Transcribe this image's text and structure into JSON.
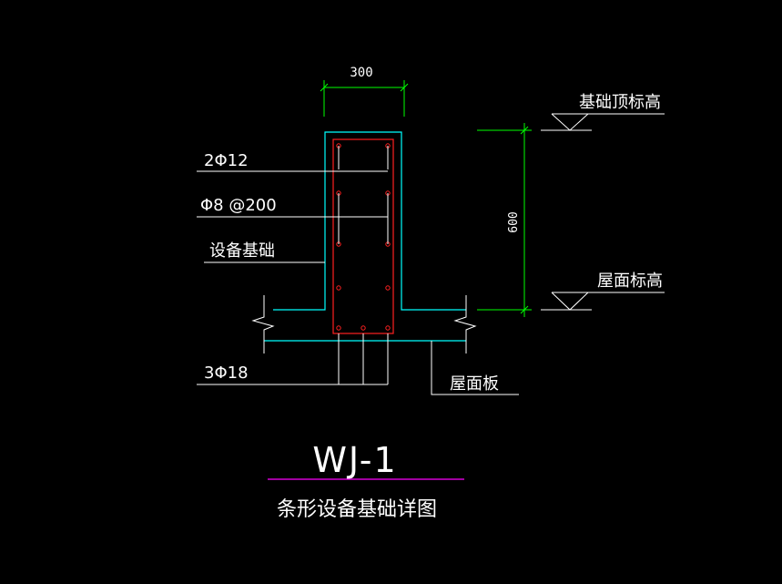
{
  "dimensions": {
    "width": "300",
    "height": "600"
  },
  "rebar": {
    "top_bars": "2Φ12",
    "stirrups": "Φ8 @200",
    "bottom_bars": "3Φ18"
  },
  "labels": {
    "equipment_foundation": "设备基础",
    "roof_slab": "屋面板",
    "foundation_top_elevation": "基础顶标高",
    "roof_elevation": "屋面标高"
  },
  "title": {
    "code": "WJ-1",
    "caption": "条形设备基础详图"
  },
  "colors": {
    "background": "#000000",
    "text": "#ffffff",
    "dimension": "#00ff00",
    "concrete_outline": "#00ffff",
    "rebar": "#ff2020",
    "leader": "#ffffff",
    "title_underline": "#ff00ff"
  }
}
